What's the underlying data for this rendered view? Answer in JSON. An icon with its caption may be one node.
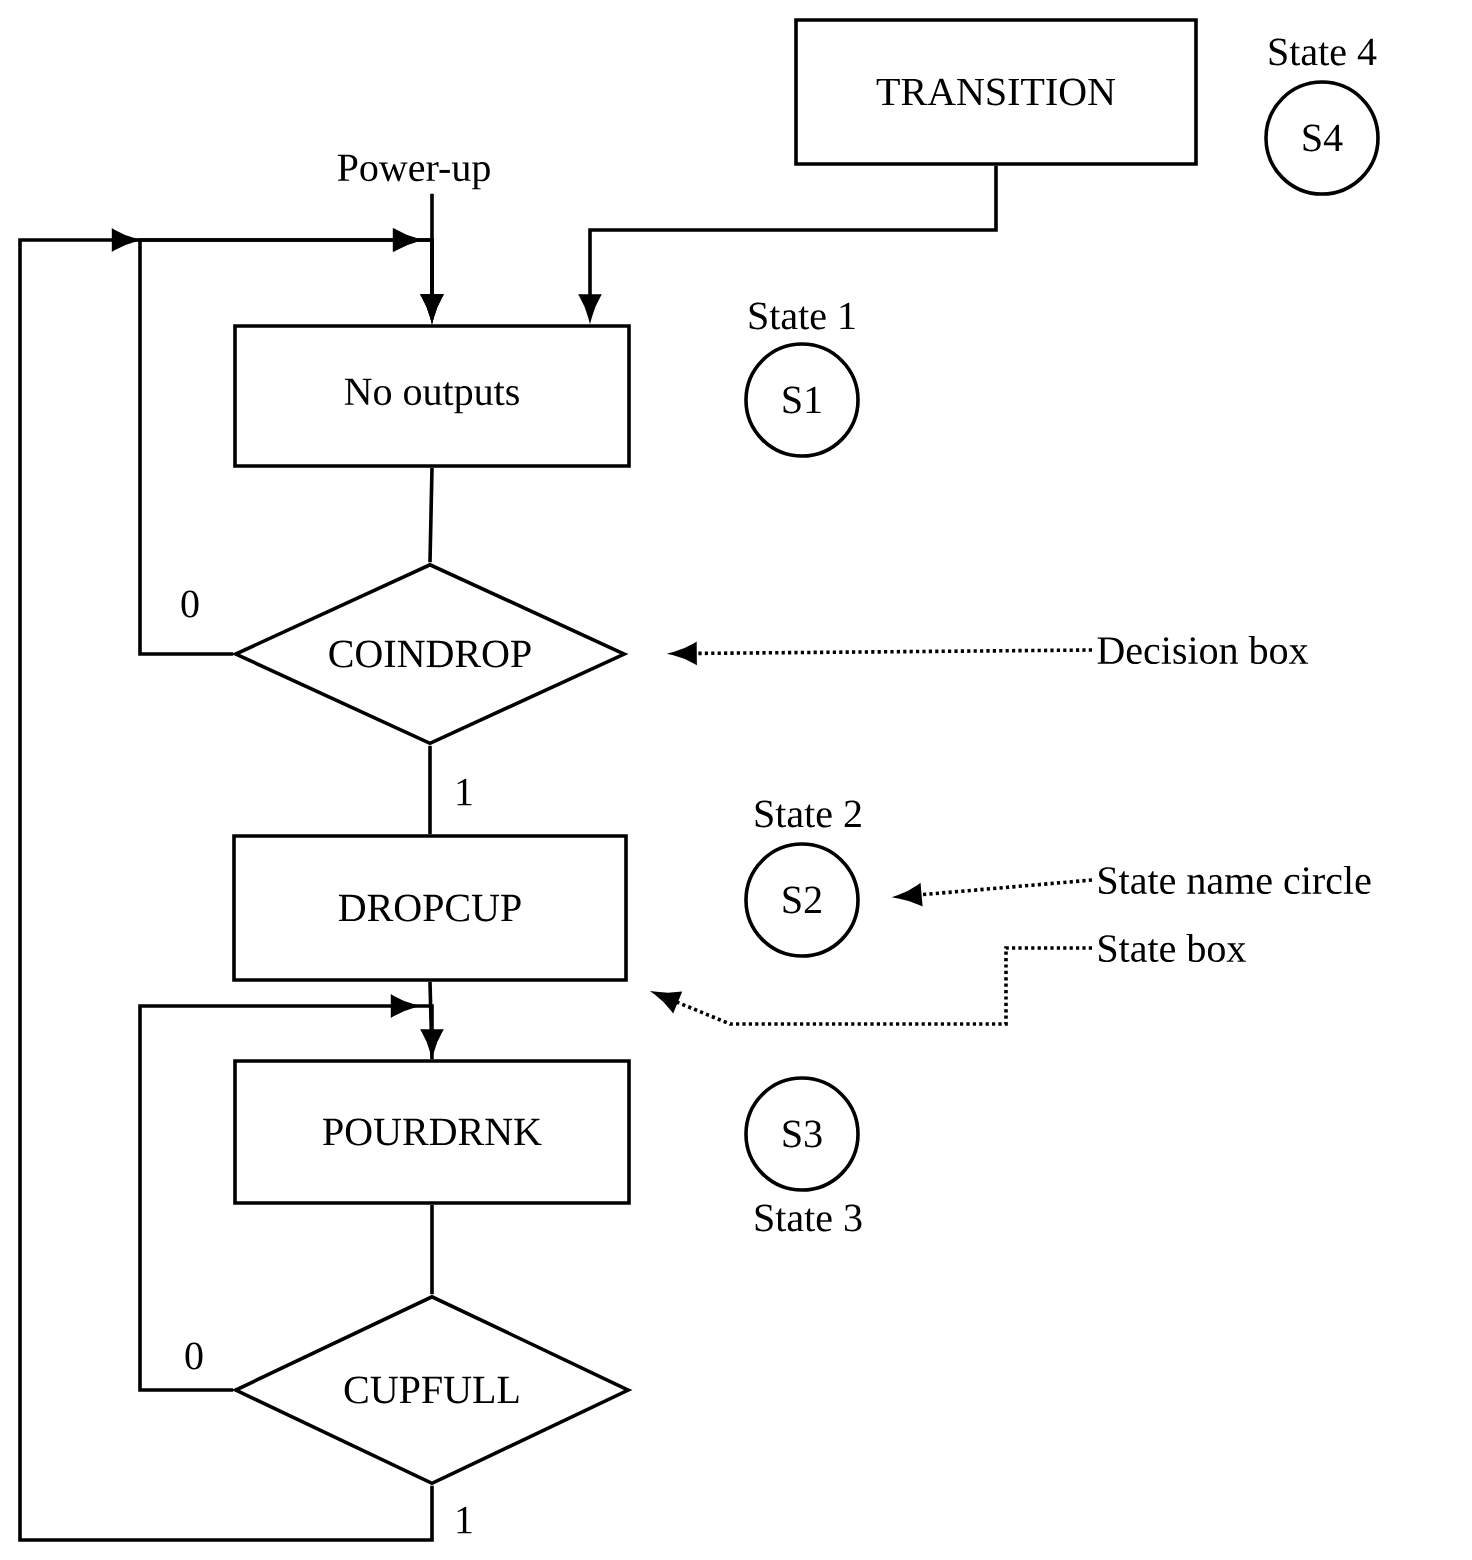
{
  "diagram": {
    "nodes": [
      {
        "text": [
          "TRANSITION"
        ]
      },
      {
        "text": [
          "S4"
        ],
        "beside": [
          "State 4"
        ]
      },
      {
        "text": [
          "Power-up"
        ]
      },
      {
        "text": [
          "No outputs"
        ]
      },
      {
        "text": [
          "S1"
        ],
        "beside": [
          "State 1"
        ]
      },
      {
        "text": [
          "COINDROP"
        ]
      },
      {
        "text": [
          "Decision box"
        ]
      },
      {
        "text": [
          "DROPCUP"
        ]
      },
      {
        "text": [
          "S2"
        ],
        "beside": [
          "State 2"
        ]
      },
      {
        "text": [
          "State name circle"
        ]
      },
      {
        "text": [
          "State box"
        ]
      },
      {
        "text": [
          "POURDRNK"
        ]
      },
      {
        "text": [
          "S3"
        ],
        "beside": [
          "State 3"
        ]
      },
      {
        "text": [
          "CUPFULL"
        ]
      }
    ],
    "edges": [
      {
        "from": 2,
        "to": 3,
        "arrow": "to"
      },
      {
        "from": 0,
        "to": 3,
        "arrow": "to"
      },
      {
        "from": 3,
        "to": 5,
        "arrow": "none"
      },
      {
        "from": 5,
        "to": 3,
        "arrow": "to",
        "label": "0"
      },
      {
        "from": 5,
        "to": 7,
        "arrow": "none",
        "label": "1"
      },
      {
        "from": 7,
        "to": 11,
        "arrow": "none"
      },
      {
        "from": 11,
        "to": 13,
        "arrow": "none"
      },
      {
        "from": 13,
        "to": 11,
        "arrow": "to",
        "label": "0"
      },
      {
        "from": 13,
        "to": 3,
        "arrow": "to",
        "label": "1"
      },
      {
        "from": 6,
        "to": 5,
        "arrow": "to",
        "style": "dashed"
      },
      {
        "from": 9,
        "to": 8,
        "arrow": "to",
        "style": "dashed"
      },
      {
        "from": 10,
        "to": 7,
        "arrow": "to",
        "style": "dashed"
      }
    ]
  }
}
